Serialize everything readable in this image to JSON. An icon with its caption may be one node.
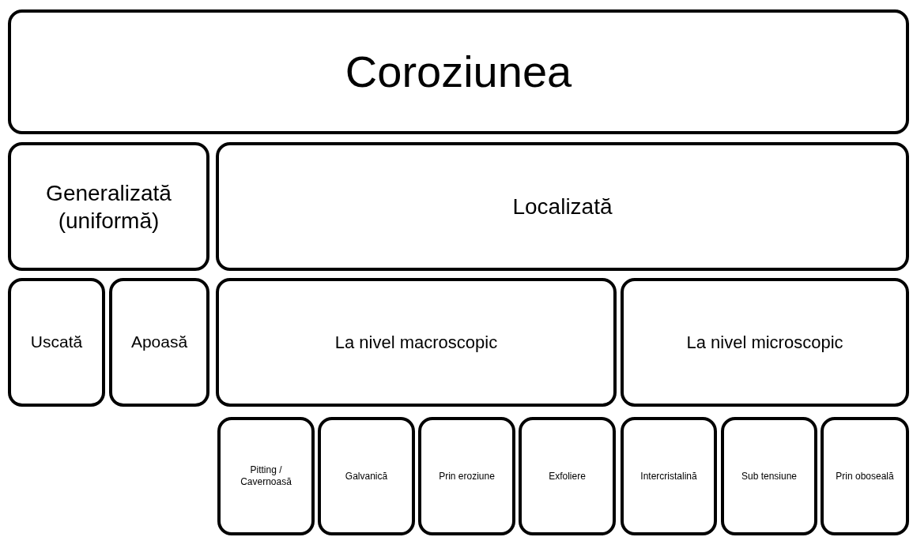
{
  "diagram": {
    "nodes": [
      {
        "text": [
          "Coroziunea"
        ]
      },
      {
        "text": [
          "Generalizată (uniformă)"
        ]
      },
      {
        "text": [
          "Localizată"
        ]
      },
      {
        "text": [
          "Uscată"
        ]
      },
      {
        "text": [
          "Apoasă"
        ]
      },
      {
        "text": [
          "La nivel macroscopic"
        ]
      },
      {
        "text": [
          "La nivel microscopic"
        ]
      },
      {
        "text": [
          "Pitting / Cavernoasă"
        ]
      },
      {
        "text": [
          "Galvanică"
        ]
      },
      {
        "text": [
          "Prin eroziune"
        ]
      },
      {
        "text": [
          "Exfoliere"
        ]
      },
      {
        "text": [
          "Intercristalină"
        ]
      },
      {
        "text": [
          "Sub tensiune"
        ]
      },
      {
        "text": [
          "Prin oboseală"
        ]
      }
    ]
  }
}
